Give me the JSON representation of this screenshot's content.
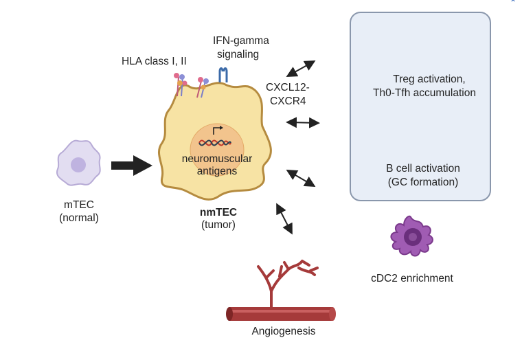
{
  "labels": {
    "hla": "HLA class I, II",
    "ifn_line1": "IFN-gamma",
    "ifn_line2": "signaling",
    "cxcl_line1": "CXCL12-",
    "cxcl_line2": "CXCR4",
    "nucleus_line1": "neuromuscular",
    "nucleus_line2": "antigens",
    "mtec_line1": "mTEC",
    "mtec_line2": "(normal)",
    "nmtec_line1": "nmTEC",
    "nmtec_line2": "(tumor)",
    "treg_line1": "Treg activation,",
    "treg_line2": "Th0-Tfh accumulation",
    "bcell_line1": "B cell activation",
    "bcell_line2": "(GC formation)",
    "cdc2": "cDC2 enrichment",
    "angio": "Angiogenesis"
  },
  "colors": {
    "tumor_fill": "#f7e3a4",
    "tumor_stroke": "#b58b3f",
    "nucleus_fill": "#f2c48d",
    "mtec_fill": "#e2ddf1",
    "panel_fill": "#e8eef7",
    "panel_stroke": "#8a97ac",
    "treg_blue": "#6f86d6",
    "treg_green": "#1f9a5a",
    "bcell_blue": "#2a9fd0",
    "plasma_purple": "#8e64a8",
    "cdc2_purple": "#7b3a8c",
    "vessel_red": "#a53a3a"
  },
  "icons": [
    "mtec-cell-icon",
    "tumor-cell-icon",
    "dna-icon",
    "hla-receptor-icon",
    "ifn-receptor-icon",
    "treg-cell-icon",
    "tfh-cell-icon",
    "b-cell-icon",
    "plasma-cell-icon",
    "cdc2-cell-icon",
    "blood-vessel-icon"
  ]
}
